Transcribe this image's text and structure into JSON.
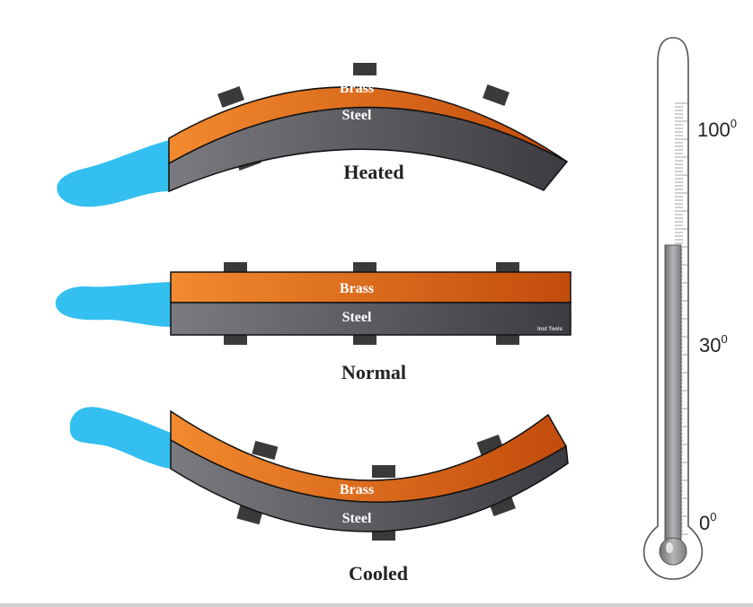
{
  "labels": {
    "brass": "Brass",
    "steel": "Steel",
    "heated": "Heated",
    "normal": "Normal",
    "cooled": "Cooled",
    "watermark": "Inst Tools"
  },
  "thermometer": {
    "marks": [
      {
        "value": "100",
        "deg": "0"
      },
      {
        "value": "30",
        "deg": "0"
      },
      {
        "value": "0",
        "deg": "0"
      }
    ]
  },
  "colors": {
    "brass_start": "#f28a2e",
    "brass_end": "#c24c0c",
    "steel_start": "#7a7a80",
    "steel_end": "#3b3b40",
    "handle": "#33bff0",
    "mercury": "#8a8a8a",
    "clamp": "#3a3a3a"
  }
}
